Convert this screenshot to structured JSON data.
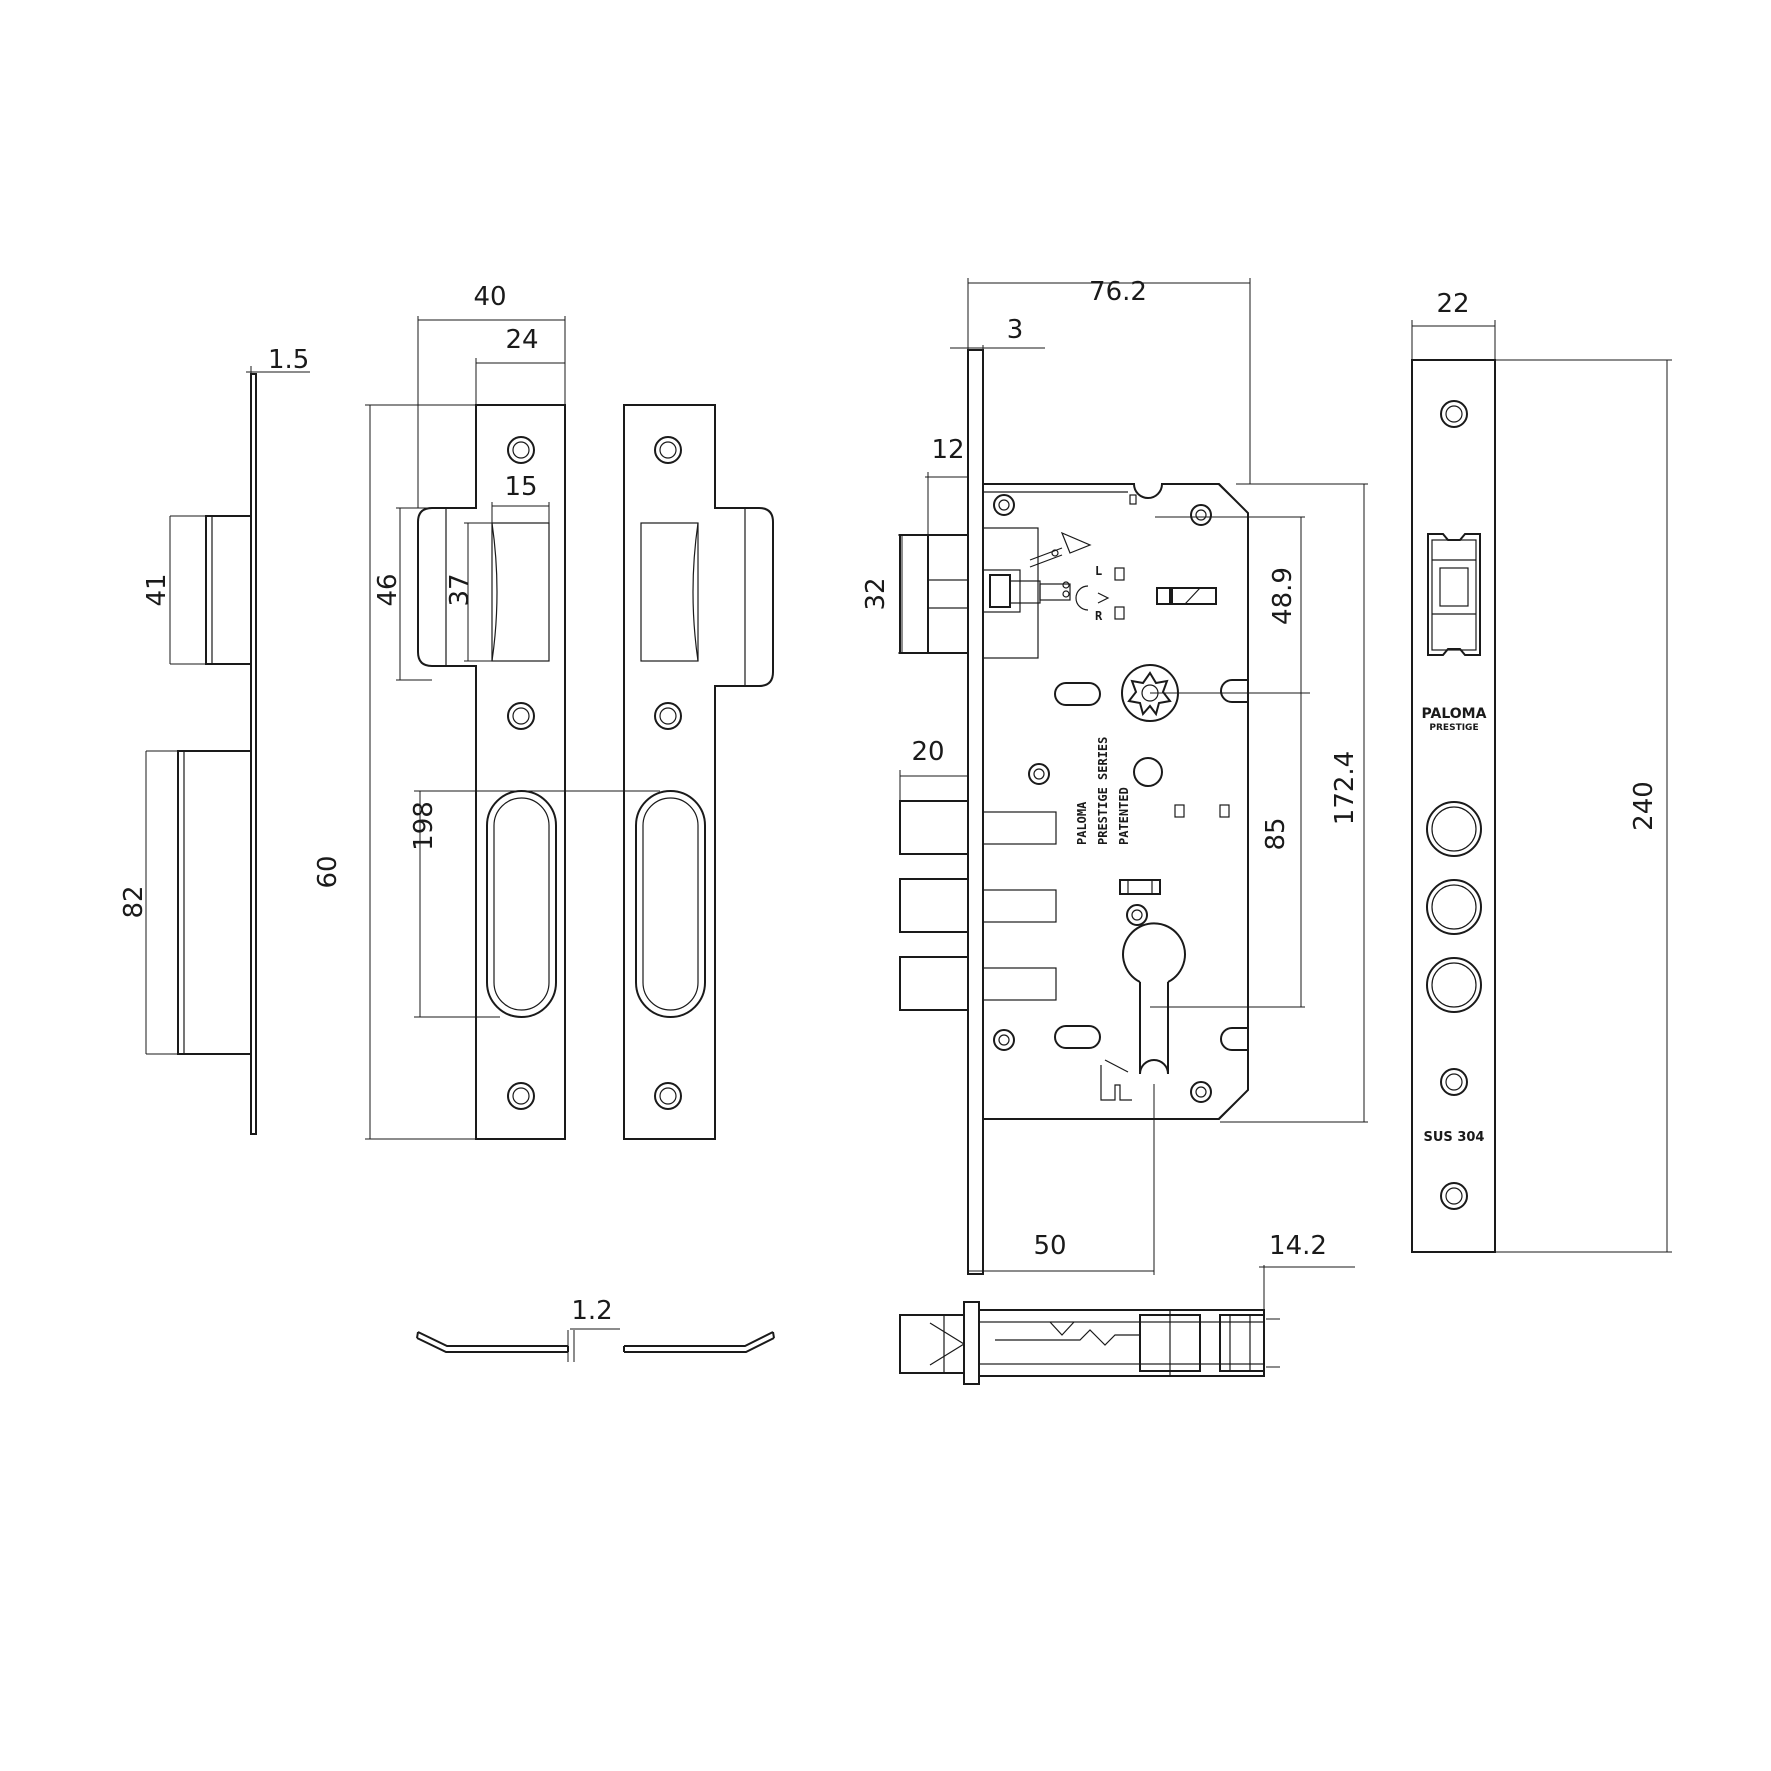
{
  "dimensions": {
    "d1_5": "1.5",
    "d41": "41",
    "d82": "82",
    "d40": "40",
    "d24": "24",
    "d15": "15",
    "d46": "46",
    "d37": "37",
    "d198": "198",
    "d60": "60",
    "d1_2": "1.2",
    "d76_2": "76.2",
    "d3": "3",
    "d12": "12",
    "d32": "32",
    "d20": "20",
    "d48_9": "48.9",
    "d85": "85",
    "d172_4": "172.4",
    "d50": "50",
    "d14_2": "14.2",
    "d22": "22",
    "d240": "240"
  },
  "lock_body_text": {
    "brand": "PALOMA",
    "series": "PRESTIGE SERIES",
    "patent": "PATENTED",
    "label_l": "L",
    "label_r": "R"
  },
  "faceplate_text": {
    "brand": "PALOMA",
    "sub": "PRESTIGE",
    "material": "SUS 304"
  }
}
